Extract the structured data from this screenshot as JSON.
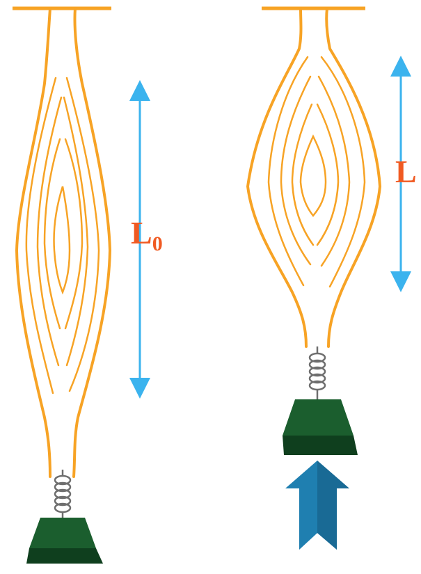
{
  "labels": {
    "relaxed_length": "L",
    "relaxed_length_subscript": "0",
    "contracted_length": "L"
  },
  "colors": {
    "muscle": "#F7A325",
    "arrow_measure": "#3BB3EE",
    "weight_top": "#1B5E2E",
    "weight_bottom": "#0F3F1E",
    "spring": "#6E6E6E",
    "push_arrow": "#1F7FB0",
    "label": "#F05A22"
  }
}
